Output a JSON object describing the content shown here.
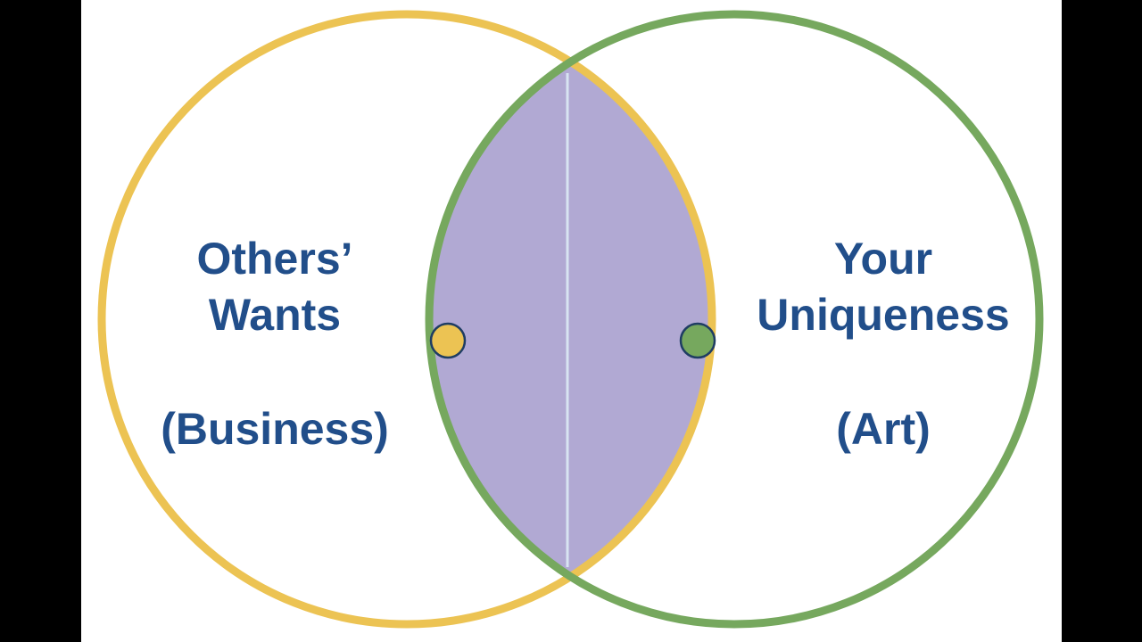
{
  "diagram": {
    "left_circle": {
      "title_line1": "Others’",
      "title_line2": "Wants",
      "subtitle": "(Business)"
    },
    "right_circle": {
      "title_line1": "Your",
      "title_line2": "Uniqueness",
      "subtitle": "(Art)"
    }
  },
  "colors": {
    "left_ring": "#ecc353",
    "right_ring": "#76a85e",
    "overlap_fill": "#b1a9d3",
    "divider": "#d8e4f2",
    "text": "#214e8a",
    "marker_outline": "#1f3d63",
    "background": "#ffffff",
    "letterbox": "#000000"
  }
}
